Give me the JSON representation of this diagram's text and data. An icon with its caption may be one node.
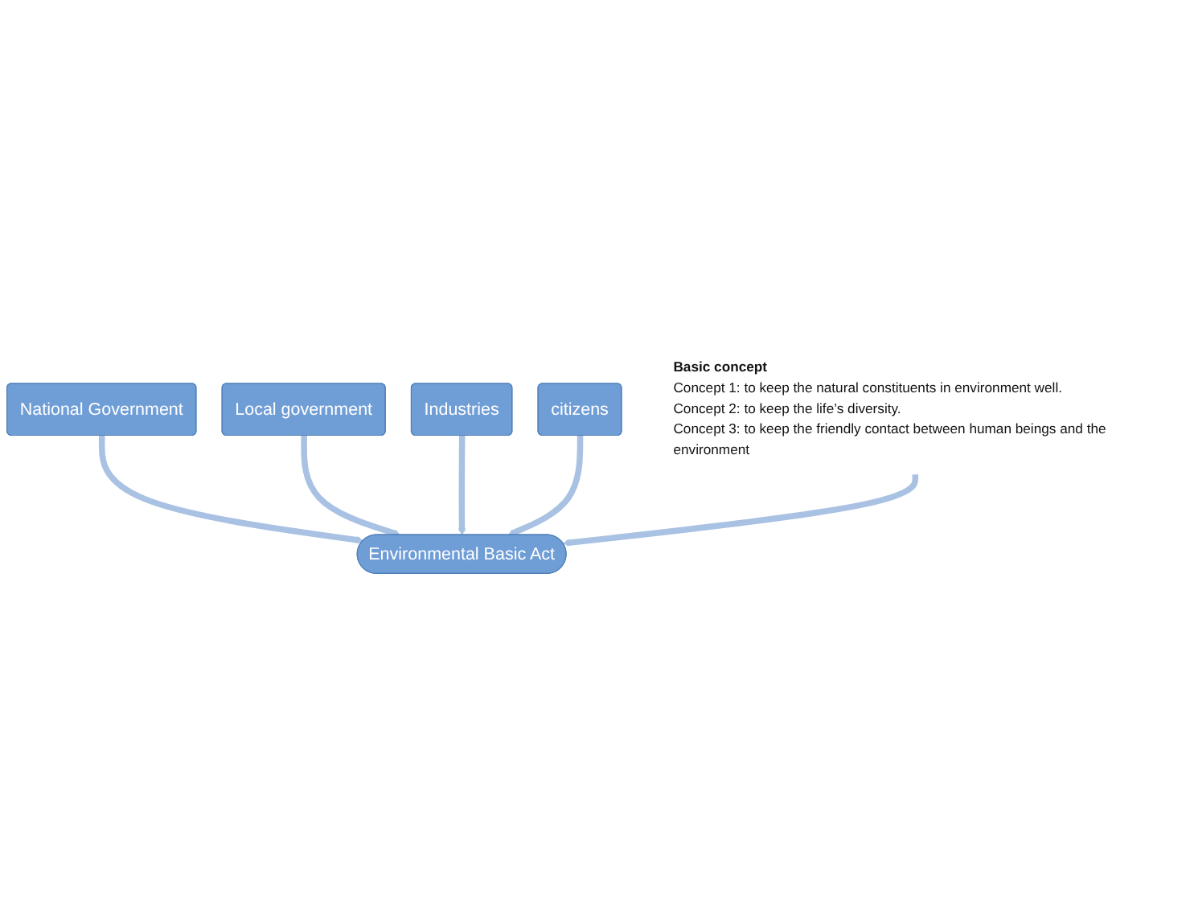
{
  "diagram": {
    "nodes": [
      {
        "text": [
          "National Government"
        ]
      },
      {
        "text": [
          "Local government"
        ]
      },
      {
        "text": [
          "Industries"
        ]
      },
      {
        "text": [
          "citizens"
        ]
      },
      {
        "text": [
          "Environmental Basic Act"
        ]
      },
      {
        "text": [
          "Basic concept",
          "Concept 1: to keep the natural constituents in environment well.",
          "Concept 2: to keep the life’s diversity.",
          "Concept 3: to keep the friendly contact between human beings and the environment"
        ]
      }
    ],
    "edges": [
      {
        "from": 0,
        "to": 4,
        "arrow": "to"
      },
      {
        "from": 1,
        "to": 4,
        "arrow": "to"
      },
      {
        "from": 2,
        "to": 4,
        "arrow": "to"
      },
      {
        "from": 3,
        "to": 4,
        "arrow": "to"
      },
      {
        "from": 5,
        "to": 4,
        "arrow": "to"
      }
    ]
  }
}
